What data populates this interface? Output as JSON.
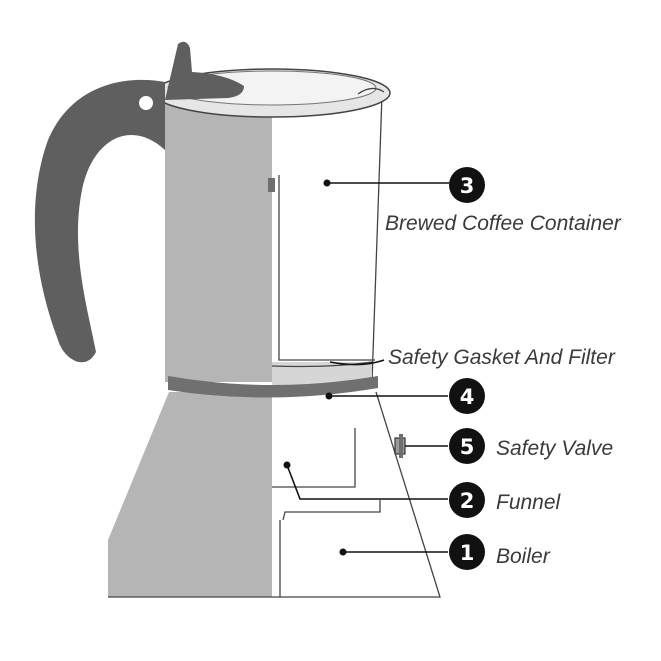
{
  "colors": {
    "metal_shade": "#b5b5b5",
    "metal_light": "#ebebeb",
    "handle": "#5f5f5f",
    "outline": "#444444",
    "badge": "#111111",
    "label": "#3a3a3a"
  },
  "icons": [
    "moka-pot-handle",
    "moka-pot-lid",
    "safety-valve-icon"
  ],
  "labels": [
    {
      "number": "3",
      "text": "Brewed Coffee Container"
    },
    {
      "number": "",
      "text": "Safety Gasket And Filter"
    },
    {
      "number": "4",
      "text": ""
    },
    {
      "number": "5",
      "text": "Safety Valve"
    },
    {
      "number": "2",
      "text": "Funnel"
    },
    {
      "number": "1",
      "text": "Boiler"
    }
  ]
}
